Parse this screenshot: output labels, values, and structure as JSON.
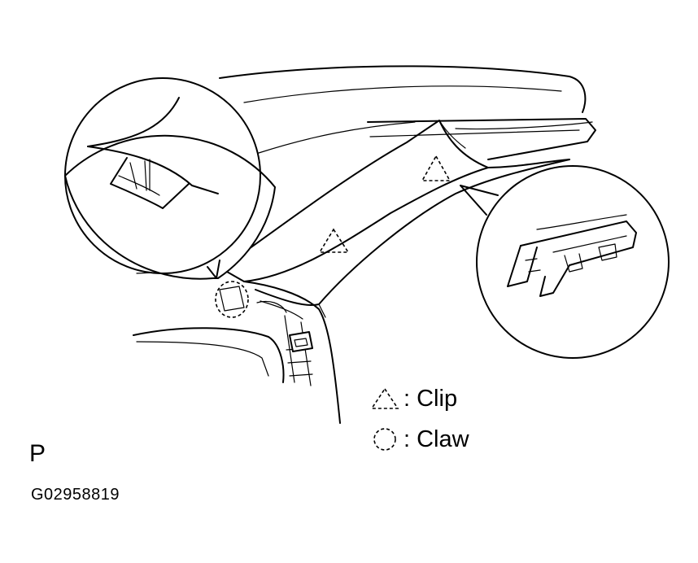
{
  "legend": {
    "clip": {
      "symbol": "dashed-triangle-icon",
      "label": ": Clip"
    },
    "claw": {
      "symbol": "dashed-circle-icon",
      "label": ": Claw"
    }
  },
  "view_letter": "P",
  "figure_code": "G02958819"
}
